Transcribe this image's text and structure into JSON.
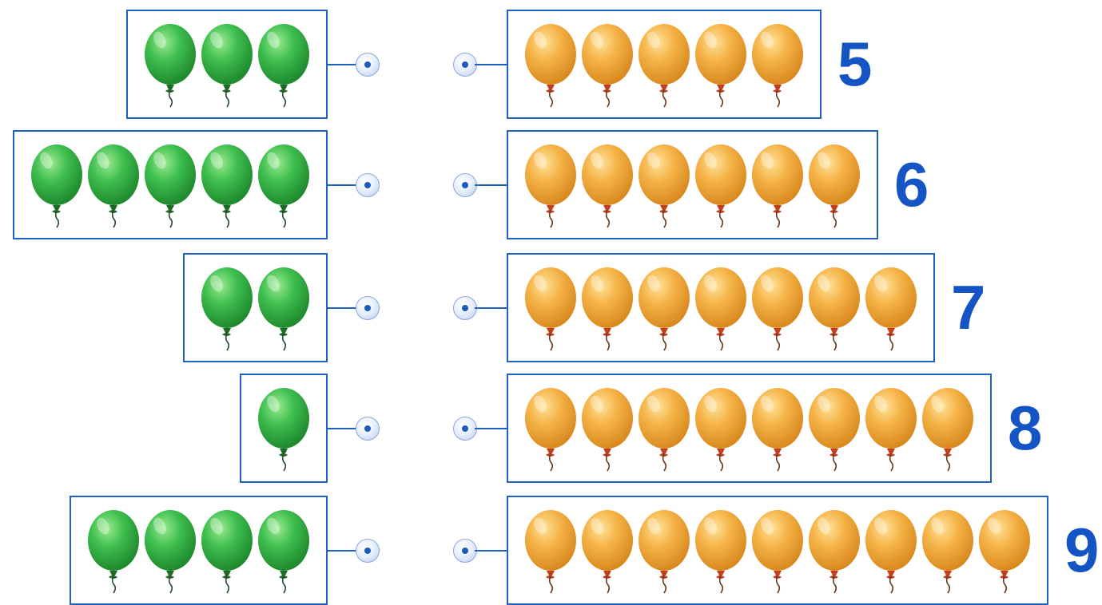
{
  "colors": {
    "box_border": "#2060c0",
    "number": "#1554c4",
    "green_balloon": "#3fbf4f",
    "orange_balloon": "#f5b347"
  },
  "icons": {
    "balloon": "balloon-icon",
    "connector": "connector-dot-icon"
  },
  "rows": [
    {
      "green_count": 3,
      "orange_count": 5,
      "number": "5"
    },
    {
      "green_count": 5,
      "orange_count": 6,
      "number": "6"
    },
    {
      "green_count": 2,
      "orange_count": 7,
      "number": "7"
    },
    {
      "green_count": 1,
      "orange_count": 8,
      "number": "8"
    },
    {
      "green_count": 4,
      "orange_count": 9,
      "number": "9"
    }
  ]
}
